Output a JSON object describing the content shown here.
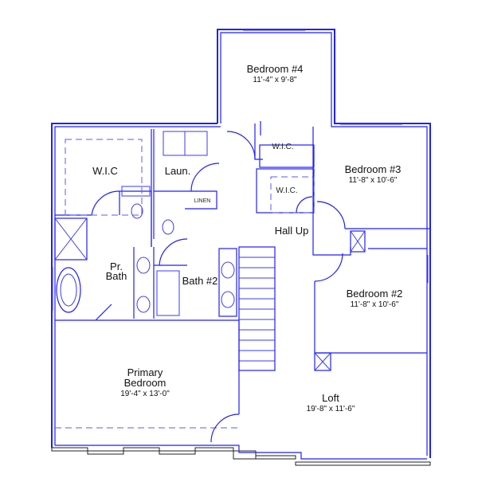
{
  "wall_color": "#1f1fff",
  "rooms": {
    "bedroom4": {
      "name": "Bedroom #4",
      "size": "11'-4\" x 9'-8\""
    },
    "bedroom3": {
      "name": "Bedroom #3",
      "size": "11'-8\" x 10'-6\""
    },
    "bedroom2": {
      "name": "Bedroom #2",
      "size": "11'-8\" x 10'-6\""
    },
    "primary": {
      "name1": "Primary",
      "name2": "Bedroom",
      "size": "19'-4\" x 13'-0\""
    },
    "loft": {
      "name": "Loft",
      "size": "19'-8\" x 11'-6\""
    },
    "wic_primary": {
      "name": "W.I.C"
    },
    "wic_bed4": {
      "name": "W.I.C."
    },
    "wic_bed3": {
      "name": "W.I.C."
    },
    "laundry": {
      "name": "Laun."
    },
    "linen": {
      "name": "LINEN"
    },
    "hall": {
      "name": "Hall Up"
    },
    "pr_bath": {
      "name1": "Pr.",
      "name2": "Bath"
    },
    "bath2": {
      "name": "Bath #2"
    }
  }
}
